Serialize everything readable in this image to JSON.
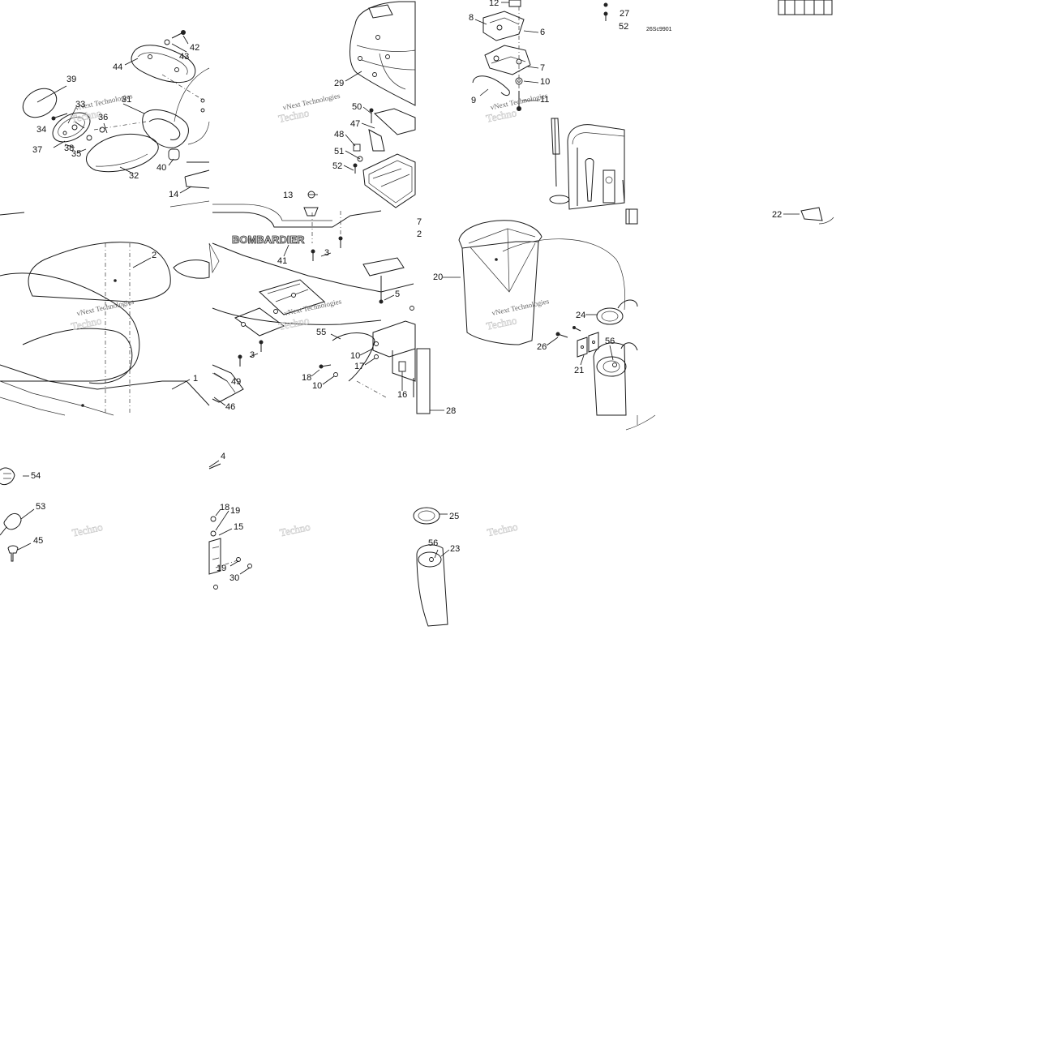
{
  "diagram": {
    "reference_code": "26Sc9901",
    "brand_text": "BOMBARDIER",
    "watermark_line1": "vNext Technologies",
    "watermark_line2": "Techno"
  },
  "callouts": [
    {
      "id": "c1",
      "text": "1"
    },
    {
      "id": "c2",
      "text": "2"
    },
    {
      "id": "c2b",
      "text": "2"
    },
    {
      "id": "c3a",
      "text": "3"
    },
    {
      "id": "c3b",
      "text": "3"
    },
    {
      "id": "c4",
      "text": "4"
    },
    {
      "id": "c5",
      "text": "5"
    },
    {
      "id": "c6",
      "text": "6"
    },
    {
      "id": "c7",
      "text": "7"
    },
    {
      "id": "c7b",
      "text": "7"
    },
    {
      "id": "c8",
      "text": "8"
    },
    {
      "id": "c9",
      "text": "9"
    },
    {
      "id": "c10a",
      "text": "10"
    },
    {
      "id": "c10b",
      "text": "10"
    },
    {
      "id": "c10c",
      "text": "10"
    },
    {
      "id": "c11",
      "text": "11"
    },
    {
      "id": "c12",
      "text": "12"
    },
    {
      "id": "c13",
      "text": "13"
    },
    {
      "id": "c14",
      "text": "14"
    },
    {
      "id": "c15",
      "text": "15"
    },
    {
      "id": "c16",
      "text": "16"
    },
    {
      "id": "c17",
      "text": "17"
    },
    {
      "id": "c18a",
      "text": "18"
    },
    {
      "id": "c18b",
      "text": "18"
    },
    {
      "id": "c19a",
      "text": "19"
    },
    {
      "id": "c19b",
      "text": "19"
    },
    {
      "id": "c20",
      "text": "20"
    },
    {
      "id": "c21",
      "text": "21"
    },
    {
      "id": "c22",
      "text": "22"
    },
    {
      "id": "c23",
      "text": "23"
    },
    {
      "id": "c24",
      "text": "24"
    },
    {
      "id": "c25",
      "text": "25"
    },
    {
      "id": "c26",
      "text": "26"
    },
    {
      "id": "c27",
      "text": "27"
    },
    {
      "id": "c28",
      "text": "28"
    },
    {
      "id": "c29",
      "text": "29"
    },
    {
      "id": "c30",
      "text": "30"
    },
    {
      "id": "c31",
      "text": "31"
    },
    {
      "id": "c32",
      "text": "32"
    },
    {
      "id": "c33",
      "text": "33"
    },
    {
      "id": "c34",
      "text": "34"
    },
    {
      "id": "c35",
      "text": "35"
    },
    {
      "id": "c36",
      "text": "36"
    },
    {
      "id": "c37",
      "text": "37"
    },
    {
      "id": "c38",
      "text": "38"
    },
    {
      "id": "c39",
      "text": "39"
    },
    {
      "id": "c40",
      "text": "40"
    },
    {
      "id": "c41",
      "text": "41"
    },
    {
      "id": "c42",
      "text": "42"
    },
    {
      "id": "c43",
      "text": "43"
    },
    {
      "id": "c44",
      "text": "44"
    },
    {
      "id": "c45",
      "text": "45"
    },
    {
      "id": "c46",
      "text": "46"
    },
    {
      "id": "c47",
      "text": "47"
    },
    {
      "id": "c48",
      "text": "48"
    },
    {
      "id": "c49",
      "text": "49"
    },
    {
      "id": "c50",
      "text": "50"
    },
    {
      "id": "c51",
      "text": "51"
    },
    {
      "id": "c52a",
      "text": "52"
    },
    {
      "id": "c52b",
      "text": "52"
    },
    {
      "id": "c53",
      "text": "53"
    },
    {
      "id": "c54",
      "text": "54"
    },
    {
      "id": "c55",
      "text": "55"
    },
    {
      "id": "c56a",
      "text": "56"
    },
    {
      "id": "c56b",
      "text": "56"
    }
  ]
}
